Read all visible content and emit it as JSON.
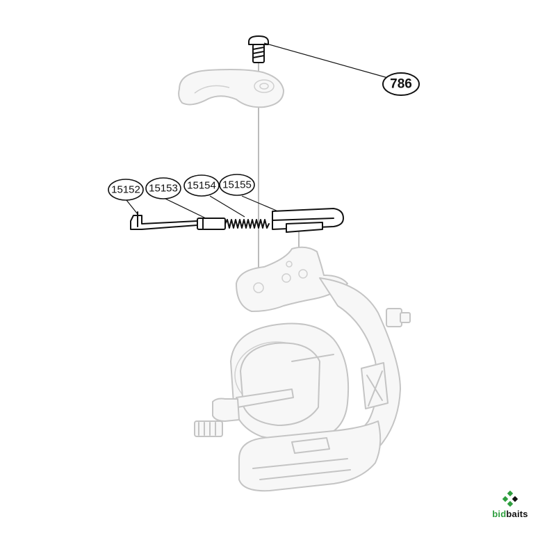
{
  "callouts": [
    {
      "id": "p786",
      "label": "786"
    },
    {
      "id": "p15152",
      "label": "15152"
    },
    {
      "id": "p15153",
      "label": "15153"
    },
    {
      "id": "p15154",
      "label": "15154"
    },
    {
      "id": "p15155",
      "label": "15155"
    }
  ],
  "brand": {
    "prefix": "bid",
    "suffix": "baits",
    "prefix_color": "#2e9e3e",
    "suffix_color": "#111111"
  },
  "colors": {
    "ghost_part": "#c4c4c4",
    "highlight_part": "#111111",
    "brand_green": "#2e9e3e"
  }
}
